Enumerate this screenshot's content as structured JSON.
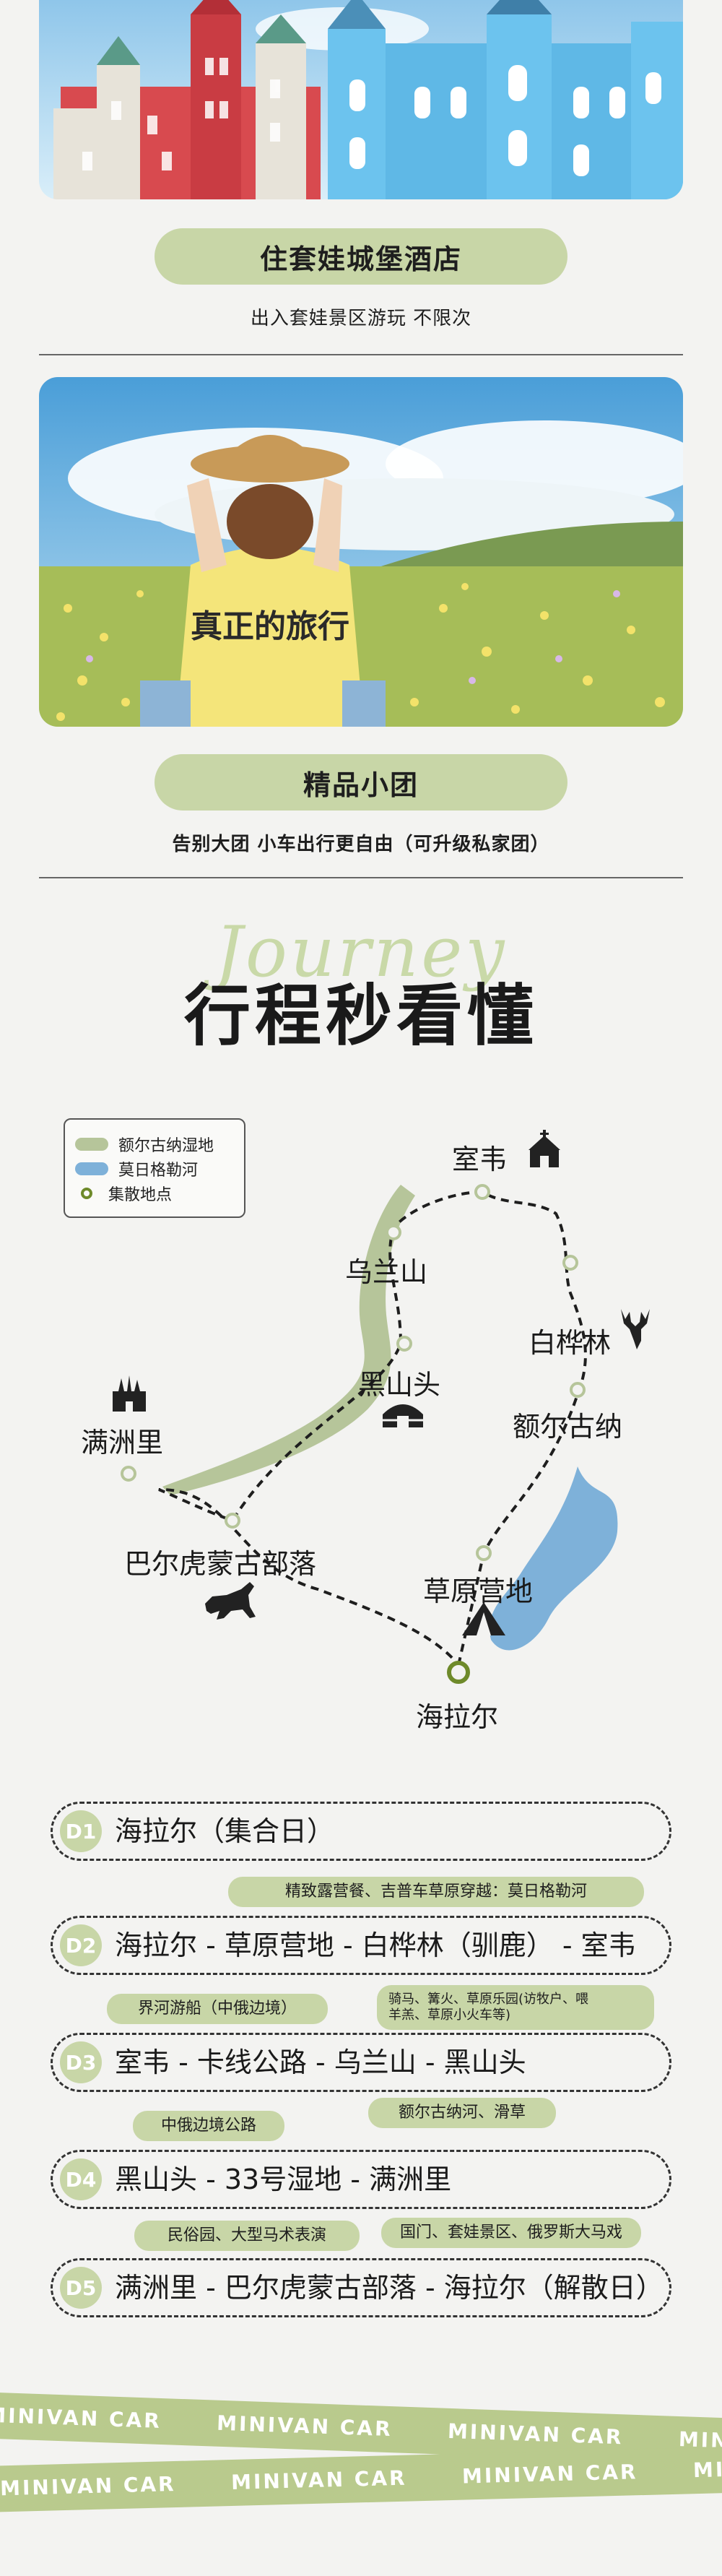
{
  "castle_section": {
    "title": "住套娃城堡酒店",
    "subtitle": "出入套娃景区游玩 不限次"
  },
  "tour_section": {
    "shirt_text": "真正的旅行",
    "title": "精品小团",
    "subtitle": "告别大团  小车出行更自由（可升级私家团）"
  },
  "itinerary": {
    "script_title": "Journey",
    "title": "行程秒看懂"
  },
  "map": {
    "legend": [
      {
        "label": "额尔古纳湿地",
        "color": "#b6c59a"
      },
      {
        "label": "莫日格勒河",
        "color": "#7eb1d9"
      },
      {
        "label": "集散地点",
        "color": "#6e8a2a"
      }
    ],
    "places": {
      "shiwei": "室韦",
      "wulanshan": "乌兰山",
      "baihualin": "白桦林",
      "heishantou": "黑山头",
      "eerguna": "额尔古纳",
      "manzhouli": "满洲里",
      "baerhu": "巴尔虎蒙古部落",
      "caoyuan": "草原营地",
      "hailaer": "海拉尔"
    }
  },
  "days": [
    {
      "badge": "D1",
      "text": "海拉尔（集合日）"
    },
    {
      "badge": "D2",
      "text": "海拉尔 - 草原营地 - 白桦林（驯鹿） - 室韦"
    },
    {
      "badge": "D3",
      "text": "室韦 - 卡线公路 - 乌兰山 - 黑山头"
    },
    {
      "badge": "D4",
      "text": "黑山头 - 33号湿地 - 满洲里"
    },
    {
      "badge": "D5",
      "text": "满洲里 - 巴尔虎蒙古部落 - 海拉尔（解散日）"
    }
  ],
  "tags": {
    "d2_top": "精致露营餐、吉普车草原穿越：莫日格勒河",
    "d3_left": "界河游船（中俄边境）",
    "d3_right_line1": "骑马、篝火、草原乐园(访牧户、喂",
    "d3_right_line2": "羊羔、草原小火车等)",
    "d4_right": "额尔古纳河、滑草",
    "d4_left": "中俄边境公路",
    "d5_left": "民俗园、大型马术表演",
    "d5_right": "国门、套娃景区、俄罗斯大马戏"
  },
  "ribbon": {
    "text": "MINIVAN CAR"
  },
  "colors": {
    "accent_green": "#c8d6a7",
    "ribbon_green": "#b9ca8d",
    "route_green": "#6e8a2a"
  }
}
